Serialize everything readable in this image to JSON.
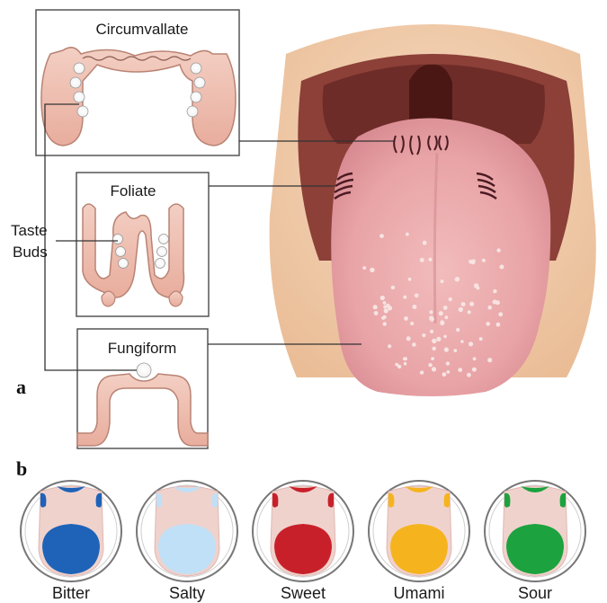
{
  "panels": {
    "a": "a",
    "b": "b"
  },
  "papillae": {
    "circumvallate": "Circumvallate",
    "foliate": "Foliate",
    "fungiform": "Fungiform"
  },
  "taste_buds": {
    "line1": "Taste",
    "line2": "Buds"
  },
  "tastes": [
    {
      "label": "Bitter",
      "color": "#1e63b8"
    },
    {
      "label": "Salty",
      "color": "#bfe0f6"
    },
    {
      "label": "Sweet",
      "color": "#c8202a"
    },
    {
      "label": "Umami",
      "color": "#f5b41e"
    },
    {
      "label": "Sour",
      "color": "#1ca23e"
    }
  ],
  "colors": {
    "tongue": "#e9a7aa",
    "papilla_fill": "#efc2b6",
    "mini_tongue": "#f0d2cd",
    "mouth_outer": "#efc7a0",
    "mouth_dark": "#7a3a34"
  }
}
